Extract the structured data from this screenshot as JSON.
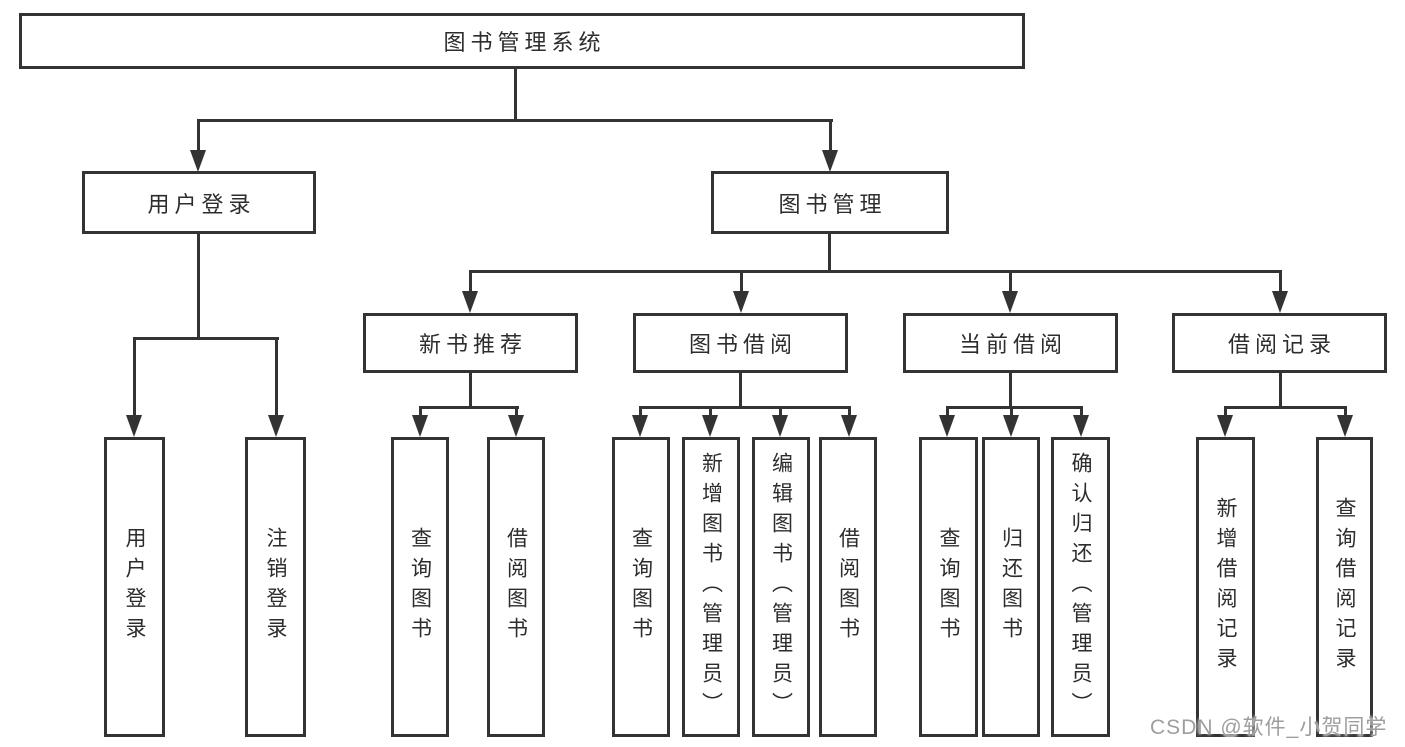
{
  "tree": {
    "root": {
      "label": "图书管理系统"
    },
    "branches": [
      {
        "label": "用户登录",
        "children": [
          {
            "label": "用户登录"
          },
          {
            "label": "注销登录"
          }
        ]
      },
      {
        "label": "图书管理",
        "children": [
          {
            "label": "新书推荐",
            "children": [
              {
                "label": "查询图书"
              },
              {
                "label": "借阅图书"
              }
            ]
          },
          {
            "label": "图书借阅",
            "children": [
              {
                "label": "查询图书"
              },
              {
                "label": "新增图书（管理员）"
              },
              {
                "label": "编辑图书（管理员）"
              },
              {
                "label": "借阅图书"
              }
            ]
          },
          {
            "label": "当前借阅",
            "children": [
              {
                "label": "查询图书"
              },
              {
                "label": "归还图书"
              },
              {
                "label": "确认归还（管理员）"
              }
            ]
          },
          {
            "label": "借阅记录",
            "children": [
              {
                "label": "新增借阅记录"
              },
              {
                "label": "查询借阅记录"
              }
            ]
          }
        ]
      }
    ]
  },
  "watermark": {
    "text": "CSDN @软件_小贺同学"
  },
  "colors": {
    "line": "#333333",
    "box_background": "#ffffff",
    "text": "#2d2d2d",
    "watermark": "#9e9e9e"
  }
}
